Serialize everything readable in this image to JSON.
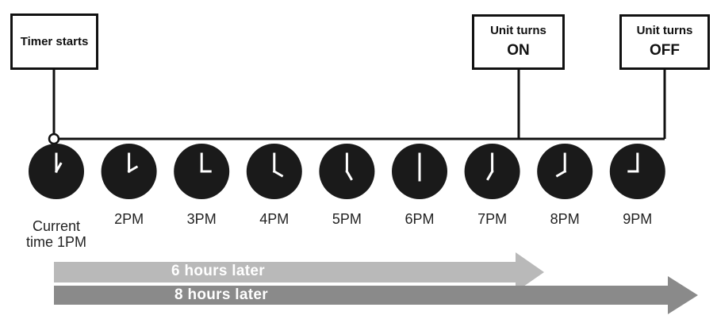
{
  "boxes": {
    "timer_starts": "Timer starts",
    "unit_on_line1": "Unit turns",
    "unit_on_line2": "ON",
    "unit_off_line1": "Unit turns",
    "unit_off_line2": "OFF"
  },
  "clocks": [
    {
      "label": "Current\ntime 1PM",
      "hour": 1
    },
    {
      "label": "2PM",
      "hour": 2
    },
    {
      "label": "3PM",
      "hour": 3
    },
    {
      "label": "4PM",
      "hour": 4
    },
    {
      "label": "5PM",
      "hour": 5
    },
    {
      "label": "6PM",
      "hour": 6
    },
    {
      "label": "7PM",
      "hour": 7
    },
    {
      "label": "8PM",
      "hour": 8
    },
    {
      "label": "9PM",
      "hour": 9
    }
  ],
  "arrows": {
    "six_hours": "6 hours later",
    "eight_hours": "8 hours later"
  },
  "colors": {
    "clock_face": "#1a1a1a",
    "line": "#111111",
    "arrow_light": "#b9b9b9",
    "arrow_dark": "#8a8a8a"
  }
}
